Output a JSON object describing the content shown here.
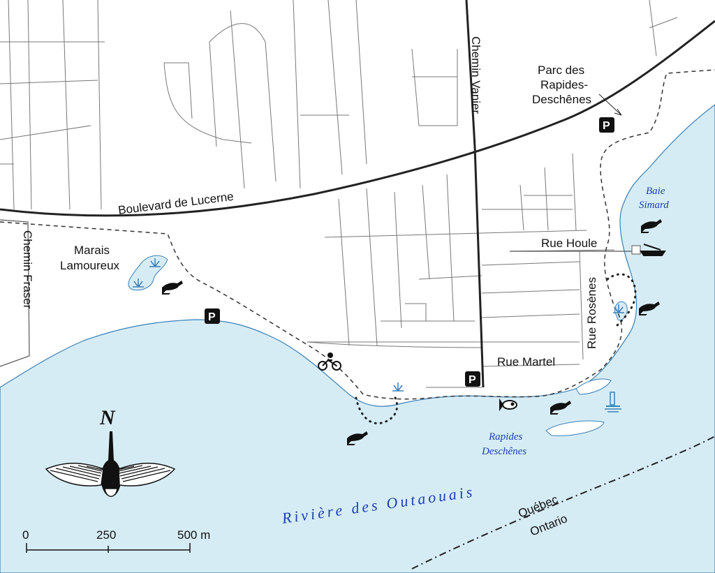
{
  "map": {
    "streets": {
      "boulevard_lucerne": "Boulevard de Lucerne",
      "chemin_vanier": "Chemin Vanier",
      "chemin_fraser": "Chemin Fraser",
      "rue_houle": "Rue Houle",
      "rue_rosenes": "Rue Rosènes",
      "rue_martel": "Rue Martel"
    },
    "places": {
      "parc_line1": "Parc des",
      "parc_line2": "Rapides-",
      "parc_line3": "Deschênes",
      "marais_line1": "Marais",
      "marais_line2": "Lamoureux"
    },
    "water": {
      "riviere": "Rivière des Outaouais",
      "baie_line1": "Baie",
      "baie_line2": "Simard",
      "rapides_line1": "Rapides",
      "rapides_line2": "Deschênes"
    },
    "border": {
      "north_side": "Québec",
      "south_side": "Ontario"
    },
    "parking_symbol": "P",
    "north_arrow": {
      "letter": "N",
      "icon": "canada-goose-icon"
    },
    "scale_bar": {
      "labels": [
        "0",
        "250",
        "500 m"
      ]
    },
    "colors": {
      "water": "#d6ecf5",
      "water_label": "#1a3fb0",
      "roads": "#222222"
    },
    "legend_icons": [
      "bird-icon",
      "parking-icon",
      "bicycle-icon",
      "fountain-icon",
      "fish-icon",
      "boat-dock-icon",
      "lighthouse-icon"
    ]
  }
}
